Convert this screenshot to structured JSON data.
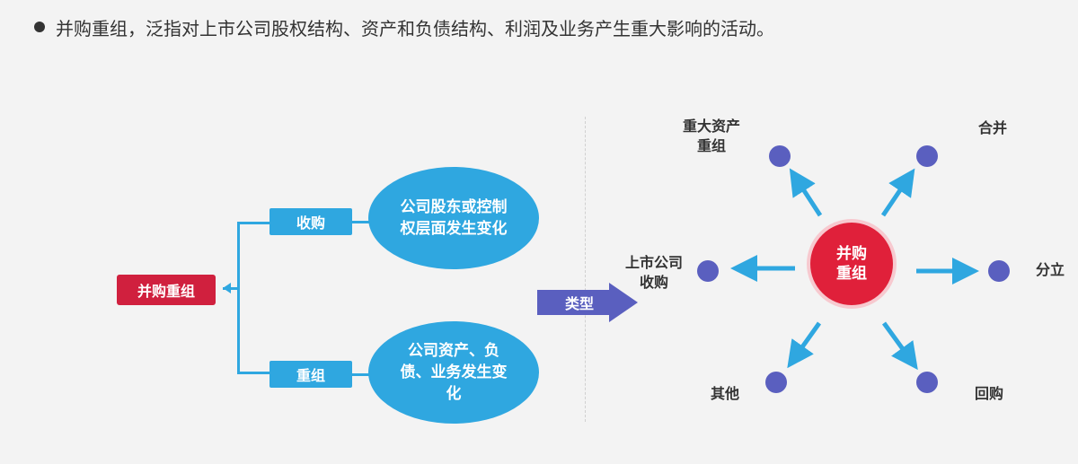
{
  "intro": {
    "text": "并购重组，泛指对上市公司股权结构、资产和负债结构、利润及业务产生重大影响的活动。"
  },
  "left_diagram": {
    "root_label": "并购重组",
    "branches": [
      {
        "label": "收购",
        "description": "公司股东或控制权层面发生变化"
      },
      {
        "label": "重组",
        "description": "公司资产、负债、业务发生变化"
      }
    ]
  },
  "type_arrow_label": "类型",
  "colors": {
    "accent_blue": "#2fa7e0",
    "root_red": "#d0203e",
    "center_red": "#e0203a",
    "node_purple": "#5a5fbf",
    "arrow_purple": "#5a5fbf"
  },
  "right_diagram": {
    "center_label": "并购重组",
    "types": [
      {
        "label": "重大资产重组"
      },
      {
        "label": "合并"
      },
      {
        "label": "上市公司收购"
      },
      {
        "label": "分立"
      },
      {
        "label": "其他"
      },
      {
        "label": "回购"
      }
    ]
  }
}
